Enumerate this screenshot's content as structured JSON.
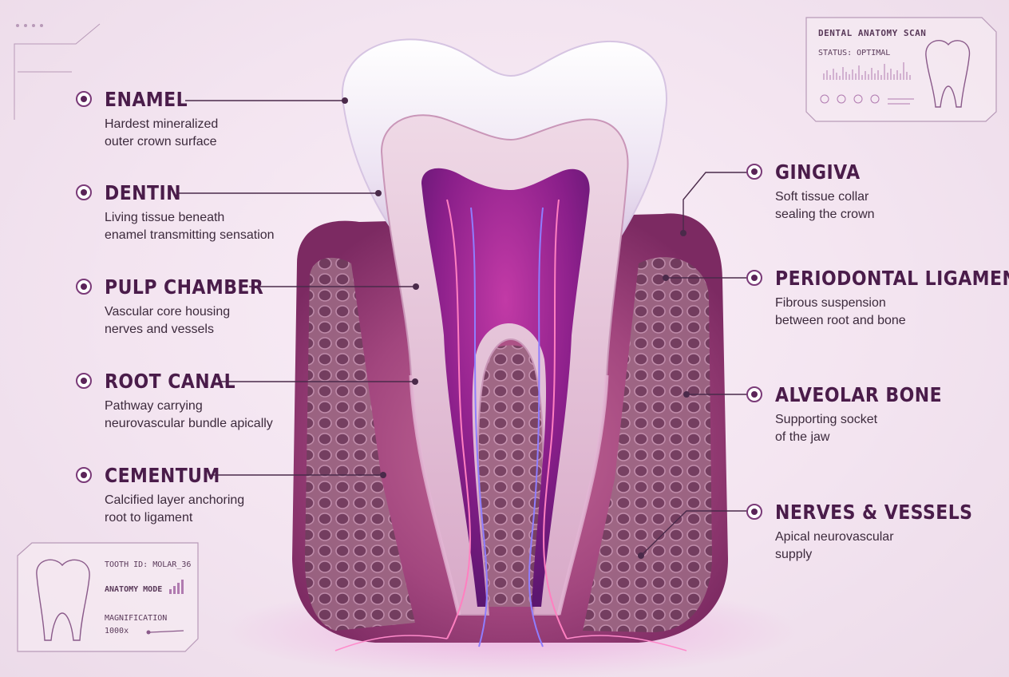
{
  "labels": [
    {
      "id": "enamel",
      "title": "ENAMEL",
      "desc1": "Hardest mineralized",
      "desc2": "outer crown surface"
    },
    {
      "id": "dentin",
      "title": "DENTIN",
      "desc1": "Living tissue beneath",
      "desc2": "enamel transmitting sensation"
    },
    {
      "id": "pulp",
      "title": "PULP CHAMBER",
      "desc1": "Vascular core housing",
      "desc2": "nerves and vessels"
    },
    {
      "id": "root-canal",
      "title": "ROOT CANAL",
      "desc1": "Pathway carrying",
      "desc2": "neurovascular bundle apically"
    },
    {
      "id": "cementum",
      "title": "CEMENTUM",
      "desc1": "Calcified layer anchoring",
      "desc2": "root to ligament"
    },
    {
      "id": "gingiva",
      "title": "GINGIVA",
      "desc1": "Soft tissue collar",
      "desc2": "sealing the crown"
    },
    {
      "id": "periodontal",
      "title": "PERIODONTAL LIGAMENT",
      "desc1": "Fibrous suspension",
      "desc2": "between root and bone"
    },
    {
      "id": "alveolar",
      "title": "ALVEOLAR BONE",
      "desc1": "Supporting socket",
      "desc2": "of the jaw"
    },
    {
      "id": "nerves",
      "title": "NERVES & VESSELS",
      "desc1": "Apical neurovascular",
      "desc2": "supply"
    }
  ],
  "scan_panel": {
    "title": "DENTAL ANATOMY SCAN",
    "status": "STATUS: OPTIMAL"
  },
  "info_panel": {
    "tooth_id": "TOOTH ID:  MOLAR_36",
    "mode": "ANATOMY MODE",
    "magnification_label": "MAGNIFICATION",
    "magnification_value": "1000x"
  },
  "colors": {
    "accent": "#7a3a78",
    "line": "#4a2a4a",
    "tissue": "#a2467e",
    "pulp": "#8a1f8a",
    "enamel": "#f4eef8"
  }
}
